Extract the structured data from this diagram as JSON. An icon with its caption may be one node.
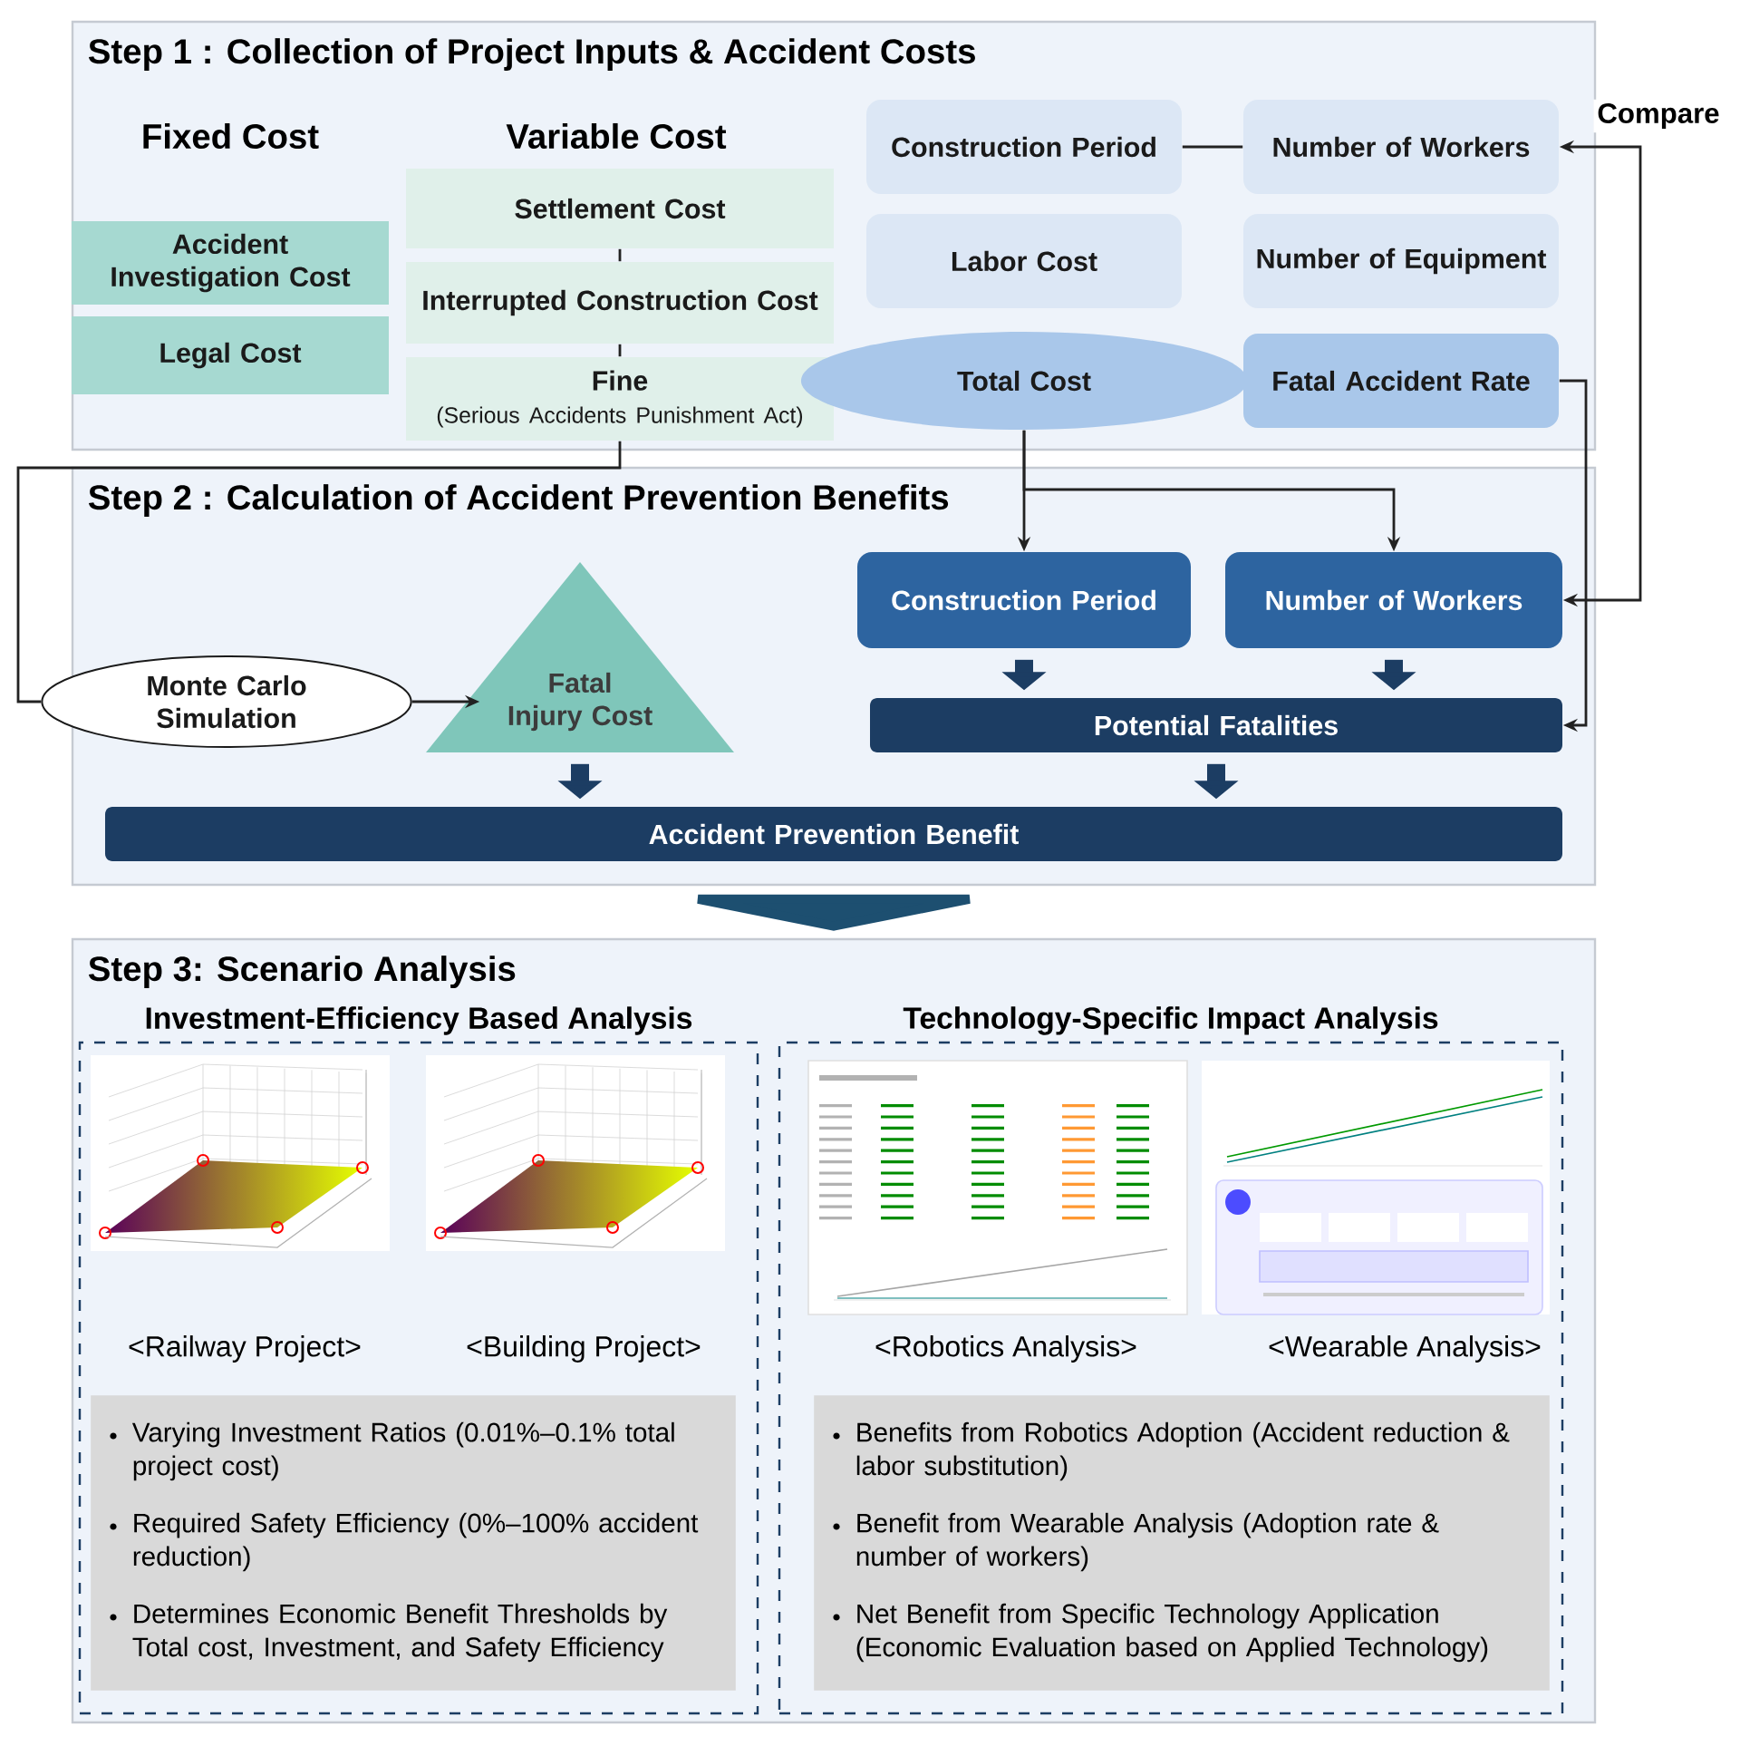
{
  "diagram": {
    "nodes": [
      {
        "text": [
          "Step 1 : Collection of Project Inputs & Accident Costs"
        ]
      },
      {
        "text": [
          "Accident Investigation Cost"
        ],
        "in": 0
      },
      {
        "text": [
          "Legal Cost"
        ],
        "in": 0
      },
      {
        "text": [
          "Settlement Cost"
        ],
        "in": 0
      },
      {
        "text": [
          "Interrupted Construction Cost"
        ],
        "in": 0
      },
      {
        "text": [
          "Fine",
          "(Serious Accidents Punishment Act)"
        ],
        "in": 0
      },
      {
        "text": [
          "Construction Period"
        ],
        "in": 0
      },
      {
        "text": [
          "Number of Workers"
        ],
        "in": 0
      },
      {
        "text": [
          "Labor Cost"
        ],
        "in": 0
      },
      {
        "text": [
          "Number of Equipment"
        ],
        "in": 0
      },
      {
        "text": [
          "Total Cost"
        ],
        "in": 0
      },
      {
        "text": [
          "Fatal Accident Rate"
        ],
        "in": 0
      },
      {
        "text": [
          "Step 2 : Calculation of Accident Prevention Benefits"
        ]
      },
      {
        "text": [
          "Monte Carlo Simulation"
        ],
        "in": 12
      },
      {
        "text": [
          "Fatal Injury Cost"
        ],
        "in": 12
      },
      {
        "text": [
          "Construction Period"
        ],
        "in": 12
      },
      {
        "text": [
          "Number of Workers"
        ],
        "in": 12
      },
      {
        "text": [
          "Potential Fatalities"
        ],
        "in": 12
      },
      {
        "text": [
          "Accident Prevention Benefit"
        ],
        "in": 12
      },
      {
        "text": [
          "Step 3: Scenario Analysis"
        ]
      },
      {
        "text": [
          "Investment-Efficiency Based Analysis"
        ],
        "in": 19
      },
      {
        "text": [
          "Varying Investment Ratios (0.01%–0.1% total project cost)",
          "Required Safety Efficiency (0%–100% accident reduction)",
          "Determines Economic Benefit Thresholds by Total cost, Investment, and Safety Efficiency"
        ],
        "in": 20
      },
      {
        "text": [
          "Technology-Specific Impact Analysis"
        ],
        "in": 19
      },
      {
        "text": [
          "Benefits from Robotics Adoption (Accident reduction & labor substitution)",
          "Benefit from Wearable Analysis (Adoption rate & number of workers)",
          "Net Benefit from Specific Technology Application (Economic Evaluation based on Applied Technology)"
        ],
        "in": 22
      }
    ],
    "edges": [
      {
        "from": 3,
        "to": 4,
        "arrow": "none"
      },
      {
        "from": 4,
        "to": 5,
        "arrow": "none"
      },
      {
        "from": 6,
        "to": 7,
        "arrow": "none"
      },
      {
        "from": 5,
        "to": 13,
        "arrow": "none"
      },
      {
        "from": 13,
        "to": 14,
        "arrow": "to"
      },
      {
        "from": 10,
        "to": 15,
        "arrow": "to"
      },
      {
        "from": 10,
        "to": 16,
        "arrow": "to"
      },
      {
        "from": 11,
        "to": 17,
        "arrow": "to"
      },
      {
        "from": 7,
        "to": 16,
        "arrow": "both",
        "label": "Compare"
      },
      {
        "from": 15,
        "to": 17,
        "arrow": "to",
        "style": "thick",
        "color": "#1c3d63"
      },
      {
        "from": 16,
        "to": 17,
        "arrow": "to",
        "style": "thick",
        "color": "#1c3d63"
      },
      {
        "from": 14,
        "to": 18,
        "arrow": "to",
        "style": "thick",
        "color": "#1c3d63"
      },
      {
        "from": 17,
        "to": 18,
        "arrow": "to",
        "style": "thick",
        "color": "#1c3d63"
      },
      {
        "from": 12,
        "to": 19,
        "arrow": "to",
        "style": "thick",
        "color": "#1d4f70"
      }
    ],
    "labels": [
      "Fixed Cost",
      "Variable Cost",
      "<Railway Project>",
      "<Building Project>",
      "<Robotics Analysis>",
      "<Wearable Analysis>"
    ]
  }
}
